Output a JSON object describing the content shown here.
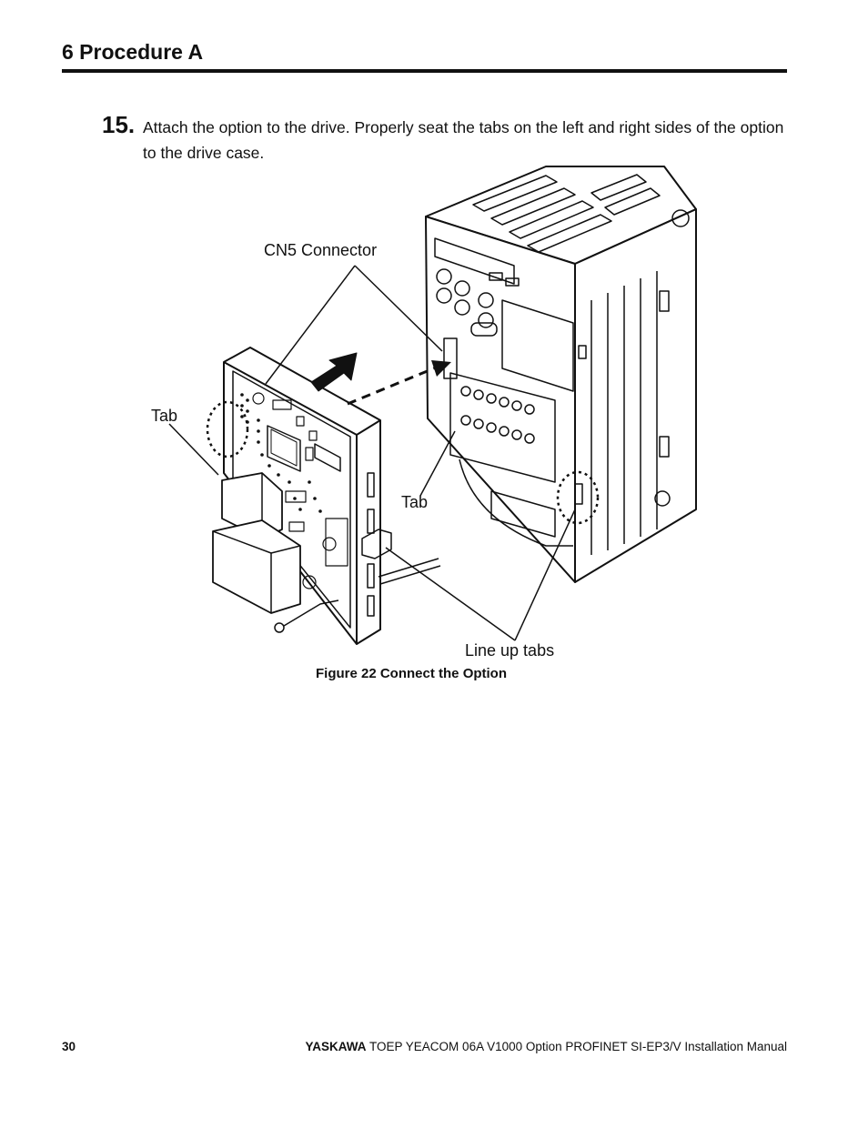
{
  "header": {
    "section_title": "6  Procedure A"
  },
  "step": {
    "number": "15.",
    "text": "Attach the option to the drive. Properly seat the tabs on the left and right sides of the option to the drive case."
  },
  "figure": {
    "labels": {
      "cn5_connector": "CN5 Connector",
      "tab_left": "Tab",
      "tab_right": "Tab",
      "line_up_tabs": "Line up tabs"
    },
    "caption": "Figure 22  Connect the Option"
  },
  "footer": {
    "page_number": "30",
    "brand": "YASKAWA",
    "doc_title": " TOEP YEACOM 06A V1000 Option PROFINET SI-EP3/V  Installation Manual"
  }
}
